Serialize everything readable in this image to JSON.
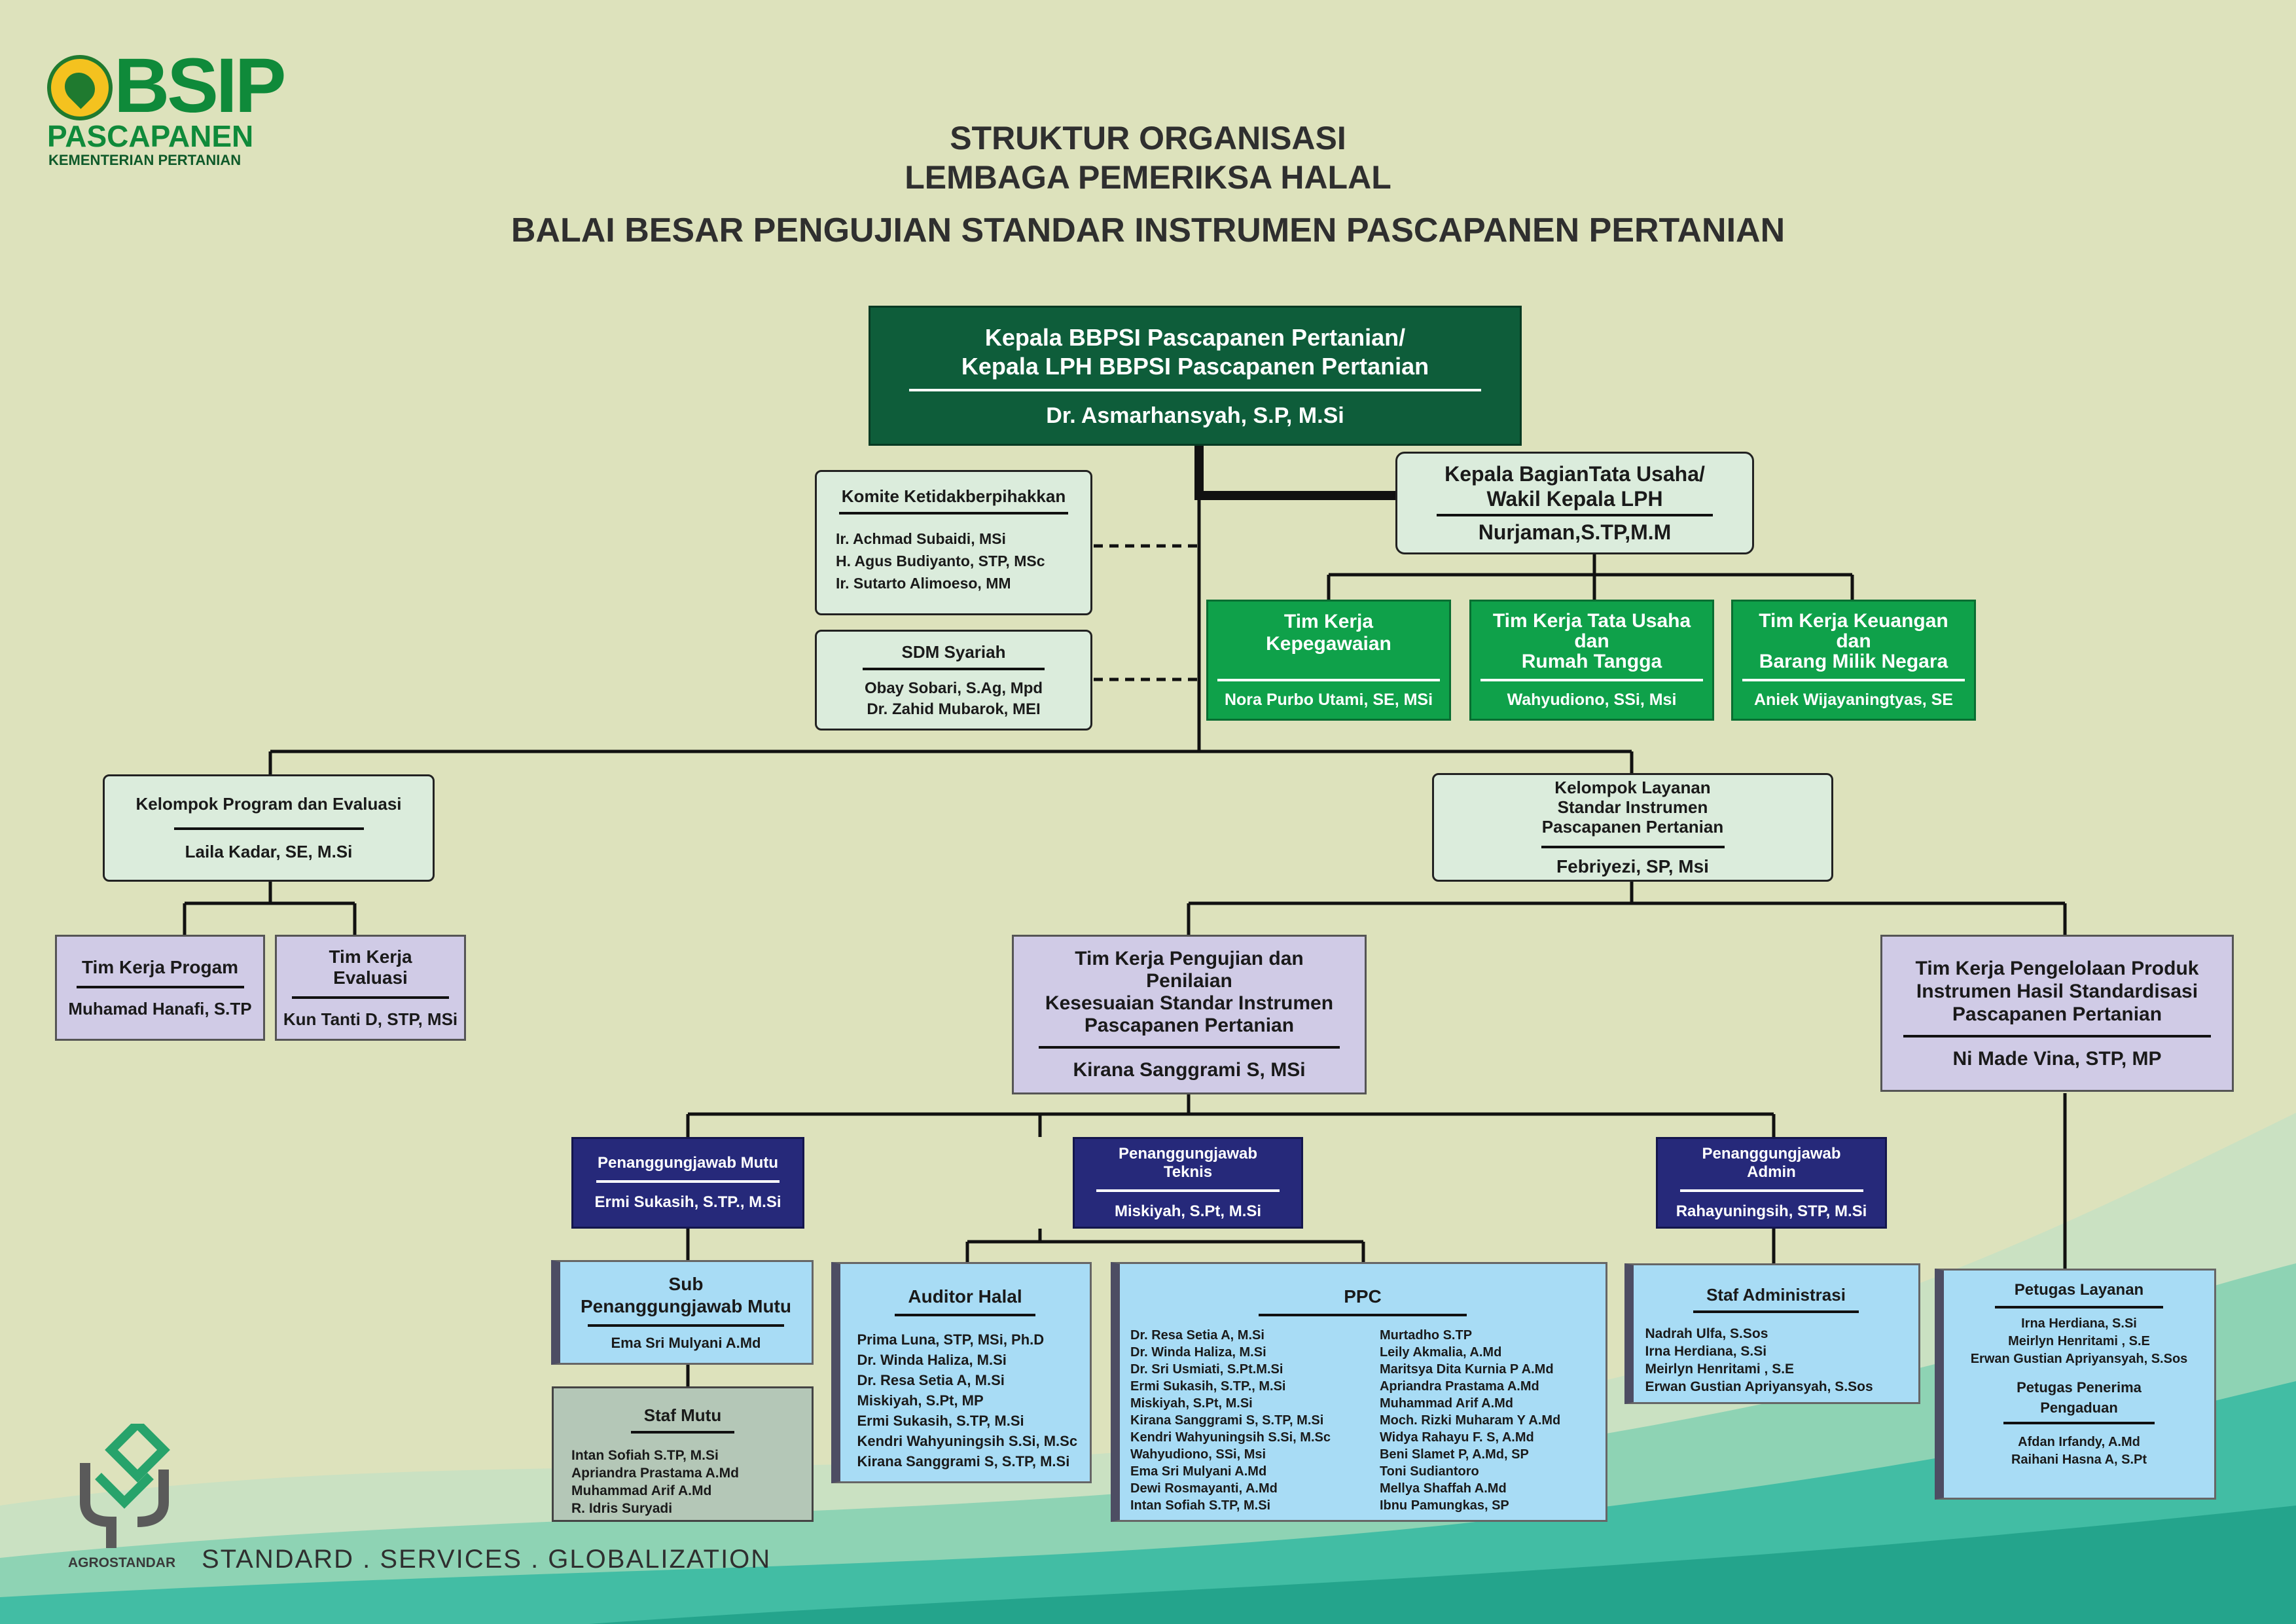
{
  "logo": {
    "brand": "BSIP",
    "unit": "PASCAPANEN",
    "ministry": "KEMENTERIAN PERTANIAN"
  },
  "header": {
    "line1": "STRUKTUR ORGANISASI",
    "line2": "LEMBAGA PEMERIKSA HALAL",
    "line3": "BALAI BESAR PENGUJIAN STANDAR INSTRUMEN PASCAPANEN PERTANIAN"
  },
  "head": {
    "title1": "Kepala BBPSI Pascapanen Pertanian/",
    "title2": "Kepala LPH BBPSI Pascapanen Pertanian",
    "name": "Dr. Asmarhansyah, S.P, M.Si"
  },
  "deputy": {
    "title1": "Kepala BagianTata Usaha/",
    "title2": "Wakil Kepala LPH",
    "name": "Nurjaman,S.TP,M.M"
  },
  "komite": {
    "title": "Komite Ketidakberpihakkan",
    "members": [
      "Ir. Achmad Subaidi, MSi",
      "H. Agus Budiyanto, STP, MSc",
      "Ir. Sutarto Alimoeso, MM"
    ]
  },
  "sdm": {
    "title": "SDM Syariah",
    "members": [
      "Obay Sobari, S.Ag, Mpd",
      "Dr. Zahid Mubarok, MEI"
    ]
  },
  "teams_green": [
    {
      "title": "Tim Kerja\nKepegawaian",
      "name": "Nora Purbo Utami, SE, MSi"
    },
    {
      "title": "Tim Kerja Tata Usaha\ndan\nRumah Tangga",
      "name": "Wahyudiono, SSi, Msi"
    },
    {
      "title": "Tim Kerja Keuangan\ndan\nBarang Milik Negara",
      "name": "Aniek Wijayaningtyas, SE"
    }
  ],
  "kpe": {
    "title": "Kelompok Program dan Evaluasi",
    "name": "Laila Kadar, SE, M.Si"
  },
  "klsi": {
    "title": "Kelompok Layanan Standar Instrumen\nPascapanen Pertanian",
    "name": "Febriyezi, SP, Msi"
  },
  "tk_program": {
    "title": "Tim Kerja Progam",
    "name": "Muhamad Hanafi, S.TP"
  },
  "tk_evaluasi": {
    "title": "Tim Kerja Evaluasi",
    "name": "Kun Tanti D, STP, MSi"
  },
  "tk_pengujian": {
    "title": "Tim Kerja Pengujian dan Penilaian\nKesesuaian Standar Instrumen\nPascapanen Pertanian",
    "name": "Kirana Sanggrami S, MSi"
  },
  "tk_pengelolaan": {
    "title": "Tim Kerja Pengelolaan Produk\nInstrumen Hasil Standardisasi\nPascapanen Pertanian",
    "name": "Ni Made Vina, STP, MP"
  },
  "pj_mutu": {
    "title": "Penanggungjawab Mutu",
    "name": "Ermi Sukasih, S.TP., M.Si"
  },
  "pj_teknis": {
    "title": "Penanggungjawab Teknis",
    "name": "Miskiyah, S.Pt, M.Si"
  },
  "pj_admin": {
    "title": "Penanggungjawab Admin",
    "name": "Rahayuningsih, STP, M.Si"
  },
  "sub_pj_mutu": {
    "title": "Sub\nPenanggungjawab Mutu",
    "name": "Ema Sri Mulyani A.Md"
  },
  "staf_mutu": {
    "title": "Staf Mutu",
    "members": [
      "Intan Sofiah S.TP, M.Si",
      "Apriandra  Prastama A.Md",
      "Muhammad Arif  A.Md",
      "R. Idris Suryadi"
    ]
  },
  "auditor": {
    "title": "Auditor Halal",
    "members": [
      "Prima Luna, STP, MSi, Ph.D",
      "Dr. Winda Haliza, M.Si",
      "Dr. Resa Setia A, M.Si",
      "Miskiyah, S.Pt, MP",
      "Ermi Sukasih, S.TP, M.Si",
      "Kendri Wahyuningsih S.Si, M.Sc",
      "Kirana Sanggrami S, S.TP, M.Si"
    ]
  },
  "ppc": {
    "title": "PPC",
    "col1": [
      "Dr. Resa Setia A, M.Si",
      "Dr. Winda Haliza, M.Si",
      "Dr. Sri Usmiati, S.Pt.M.Si",
      "Ermi Sukasih, S.TP., M.Si",
      "Miskiyah, S.Pt, M.Si",
      "Kirana Sanggrami S, S.TP, M.Si",
      "Kendri Wahyuningsih S.Si, M.Sc",
      "Wahyudiono, SSi, Msi",
      "Ema Sri Mulyani A.Md",
      "Dewi Rosmayanti, A.Md",
      "Intan Sofiah S.TP, M.Si"
    ],
    "col2": [
      "Murtadho S.TP",
      "Leily Akmalia, A.Md",
      "Maritsya Dita Kurnia P A.Md",
      "Apriandra  Prastama A.Md",
      "Muhammad Arif  A.Md",
      "Moch. Rizki Muharam Y A.Md",
      "Widya Rahayu F. S,  A.Md",
      "Beni Slamet P, A.Md, SP",
      "Toni Sudiantoro",
      "Mellya Shaffah A.Md",
      "Ibnu Pamungkas, SP"
    ]
  },
  "staf_admin": {
    "title": "Staf Administrasi",
    "members": [
      "Nadrah Ulfa, S.Sos",
      "Irna Herdiana, S.Si",
      "Meirlyn Henritami , S.E",
      "Erwan Gustian Apriyansyah, S.Sos"
    ]
  },
  "petugas": {
    "title": "Petugas Layanan",
    "members": [
      "Irna Herdiana, S.Si",
      "Meirlyn Henritami , S.E",
      "Erwan Gustian Apriyansyah, S.Sos"
    ],
    "title2": "Petugas Penerima\nPengaduan",
    "members2": [
      "Afdan Irfandy, A.Md",
      "Raihani Hasna A, S.Pt"
    ]
  },
  "footer": {
    "brand": "AGROSTANDAR",
    "tagline": "STANDARD . SERVICES . GLOBALIZATION"
  },
  "colors": {
    "background": "#dde2bc",
    "head": "#0e5d3a",
    "team_green": "#0fa14a",
    "lavender": "#d0cbe6",
    "navy": "#26297a",
    "sky": "#a8dcf5",
    "wave": "#2fb8a0"
  }
}
